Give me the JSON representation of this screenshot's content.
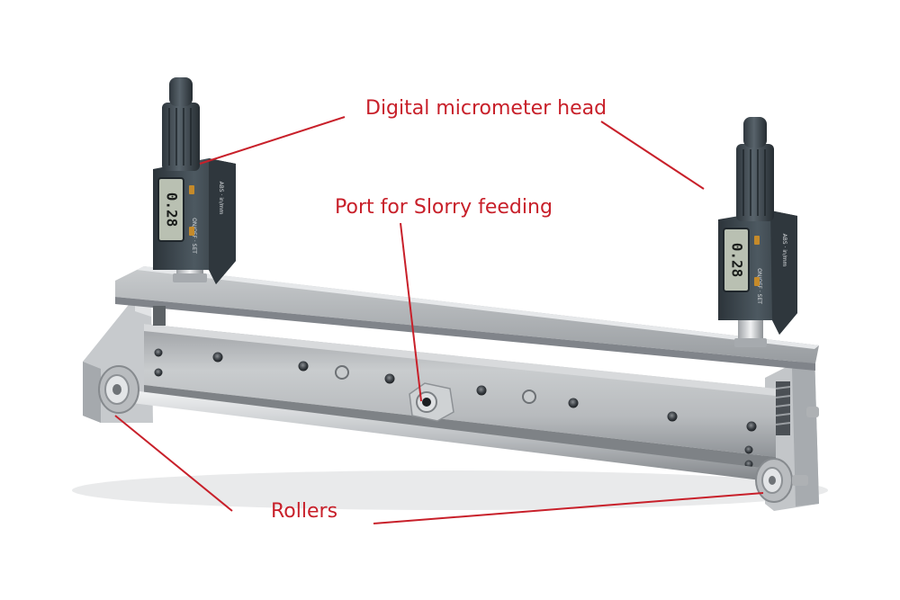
{
  "annotations": {
    "micrometer_label": "Digital micrometer head",
    "port_label": "Port for Slorry feeding",
    "rollers_label": "Rollers"
  },
  "display": {
    "left_readout": "0.28",
    "right_readout": "0.28",
    "buttons_text": "ON/OFF · SET",
    "mode_text": "ABS · in/mm"
  },
  "colors": {
    "annotation": "#c8202a",
    "steel_light": "#d9dbdd",
    "steel_mid": "#a9acaf",
    "steel_dark": "#7c8084",
    "housing": "#3f4a52",
    "lcd": "#b9c0b2"
  }
}
